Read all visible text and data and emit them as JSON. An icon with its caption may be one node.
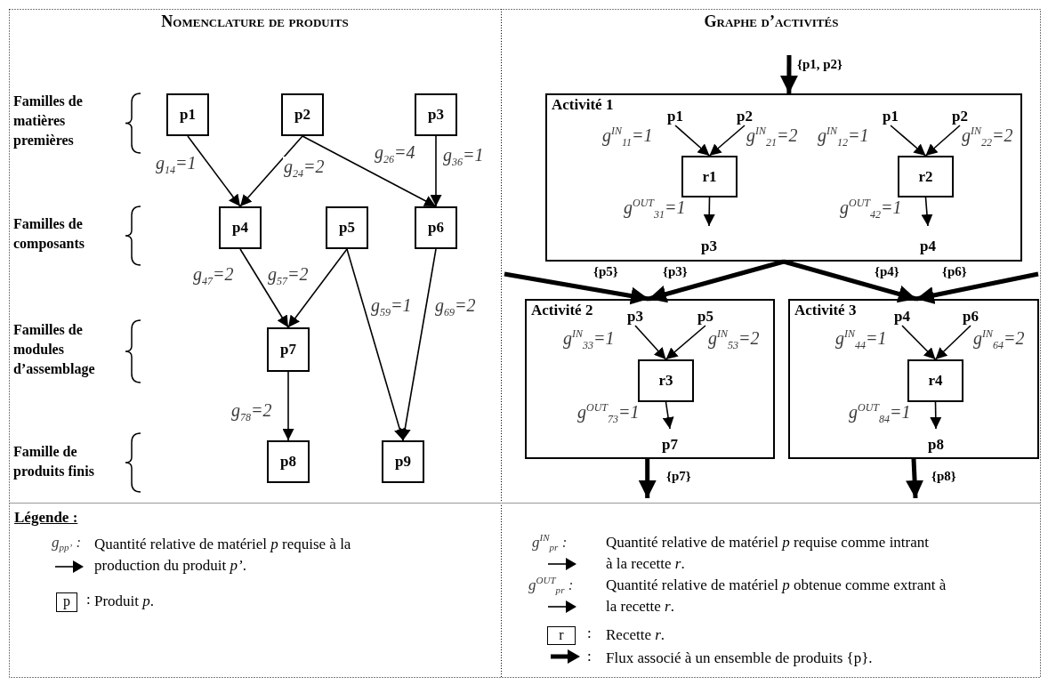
{
  "diagram": {
    "nodes": [
      {
        "text": [
          "p1"
        ]
      },
      {
        "text": [
          "p2"
        ]
      },
      {
        "text": [
          "p3"
        ]
      },
      {
        "text": [
          "p4"
        ]
      },
      {
        "text": [
          "p5"
        ]
      },
      {
        "text": [
          "p6"
        ]
      },
      {
        "text": [
          "p7"
        ]
      },
      {
        "text": [
          "p8"
        ]
      },
      {
        "text": [
          "p9"
        ]
      },
      {
        "text": [
          "Activité 1"
        ]
      },
      {
        "text": [
          "p1"
        ],
        "in": 9
      },
      {
        "text": [
          "p2"
        ],
        "in": 9
      },
      {
        "text": [
          "r1"
        ],
        "in": 9
      },
      {
        "text": [
          "p3"
        ],
        "in": 9
      },
      {
        "text": [
          "p1"
        ],
        "in": 9
      },
      {
        "text": [
          "p2"
        ],
        "in": 9
      },
      {
        "text": [
          "r2"
        ],
        "in": 9
      },
      {
        "text": [
          "p4"
        ],
        "in": 9
      },
      {
        "text": [
          "Activité 2"
        ]
      },
      {
        "text": [
          "p3"
        ],
        "in": 18
      },
      {
        "text": [
          "p5"
        ],
        "in": 18
      },
      {
        "text": [
          "r3"
        ],
        "in": 18
      },
      {
        "text": [
          "p7"
        ],
        "in": 18
      },
      {
        "text": [
          "Activité 3"
        ]
      },
      {
        "text": [
          "p4"
        ],
        "in": 23
      },
      {
        "text": [
          "p6"
        ],
        "in": 23
      },
      {
        "text": [
          "r4"
        ],
        "in": 23
      },
      {
        "text": [
          "p8"
        ],
        "in": 23
      }
    ],
    "edges": [
      {
        "from": 0,
        "to": 3,
        "arrow": "to",
        "label": "g$_{14}$=1"
      },
      {
        "from": 1,
        "to": 3,
        "arrow": "to",
        "label": "g$_{24}$=2"
      },
      {
        "from": 1,
        "to": 5,
        "arrow": "to",
        "label": "g$_{26}$=4"
      },
      {
        "from": 2,
        "to": 5,
        "arrow": "to",
        "label": "g$_{36}$=1"
      },
      {
        "from": 3,
        "to": 6,
        "arrow": "to",
        "label": "g$_{47}$=2"
      },
      {
        "from": 4,
        "to": 6,
        "arrow": "to",
        "label": "g$_{57}$=2"
      },
      {
        "from": 4,
        "to": 8,
        "arrow": "to",
        "label": "g$_{59}$=1"
      },
      {
        "from": 5,
        "to": 8,
        "arrow": "to",
        "label": "g$_{69}$=2"
      },
      {
        "from": 6,
        "to": 7,
        "arrow": "to",
        "label": "g$_{78}$=2"
      },
      {
        "from": null,
        "to": 9,
        "arrow": "to",
        "label": "{p1, p2}",
        "style": "thick"
      },
      {
        "from": 10,
        "to": 12,
        "arrow": "to",
        "label": "g$^{IN}$$_{11}$=1"
      },
      {
        "from": 11,
        "to": 12,
        "arrow": "to",
        "label": "g$^{IN}$$_{21}$=2"
      },
      {
        "from": 12,
        "to": 13,
        "arrow": "to",
        "label": "g$^{OUT}$$_{31}$=1"
      },
      {
        "from": 14,
        "to": 16,
        "arrow": "to",
        "label": "g$^{IN}$$_{12}$=1"
      },
      {
        "from": 15,
        "to": 16,
        "arrow": "to",
        "label": "g$^{IN}$$_{22}$=2"
      },
      {
        "from": 16,
        "to": 17,
        "arrow": "to",
        "label": "g$^{OUT}$$_{42}$=1"
      },
      {
        "from": null,
        "to": 18,
        "arrow": "to",
        "label": "{p5}",
        "style": "thick"
      },
      {
        "from": 9,
        "to": 18,
        "arrow": "to",
        "label": "{p3}",
        "style": "thick"
      },
      {
        "from": 9,
        "to": 23,
        "arrow": "to",
        "label": "{p4}",
        "style": "thick"
      },
      {
        "from": null,
        "to": 23,
        "arrow": "to",
        "label": "{p6}",
        "style": "thick"
      },
      {
        "from": 19,
        "to": 21,
        "arrow": "to",
        "label": "g$^{IN}$$_{33}$=1"
      },
      {
        "from": 20,
        "to": 21,
        "arrow": "to",
        "label": "g$^{IN}$$_{53}$=2"
      },
      {
        "from": 21,
        "to": 22,
        "arrow": "to",
        "label": "g$^{OUT}$$_{73}$=1"
      },
      {
        "from": 24,
        "to": 26,
        "arrow": "to",
        "label": "g$^{IN}$$_{44}$=1"
      },
      {
        "from": 25,
        "to": 26,
        "arrow": "to",
        "label": "g$^{IN}$$_{64}$=2"
      },
      {
        "from": 26,
        "to": 27,
        "arrow": "to",
        "label": "g$^{OUT}$$_{84}$=1"
      },
      {
        "from": 18,
        "to": null,
        "arrow": "to",
        "label": "{p7}",
        "style": "thick"
      },
      {
        "from": 23,
        "to": null,
        "arrow": "to",
        "label": "{p8}",
        "style": "thick"
      }
    ],
    "labels": [
      "Nomenclature de produits",
      "Graphe d’activités",
      "Familles de matières premières",
      "Familles de composants",
      "Familles de modules d’assemblage",
      "Famille de produits finis",
      "Légende :",
      "g$_{pp’}$ :",
      "p",
      ":",
      "g$^{IN}$$_{pr}$ :",
      "g$^{OUT}$$_{pr}$ :",
      "r",
      ":",
      ":"
    ],
    "legend": [
      {
        "text": "Quantité relative de matériel *p* requise à la production du produit *p’*."
      },
      {
        "text": "Produit *p*."
      },
      {
        "text": "Quantité relative de matériel *p* requise comme intrant à la recette *r*."
      },
      {
        "text": "Quantité relative de matériel *p* obtenue comme extrant à la recette *r*."
      },
      {
        "text": "Recette *r*."
      },
      {
        "text": "Flux associé à un ensemble de produits {p}."
      }
    ]
  }
}
